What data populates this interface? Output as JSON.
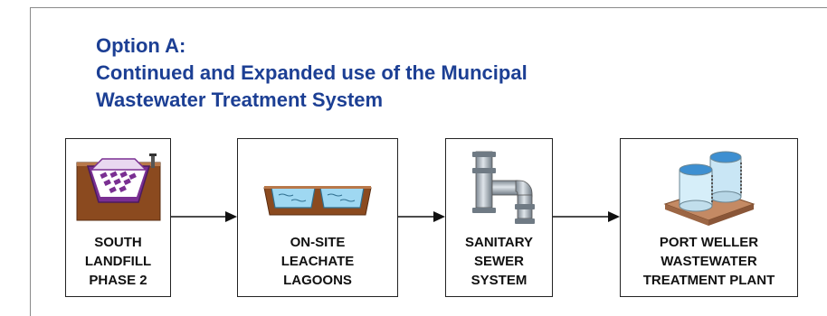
{
  "title": {
    "line1": "Option A:",
    "line2": "Continued and Expanded use of the Muncipal",
    "line3": "Wastewater Treatment System"
  },
  "steps": [
    {
      "icon": "landfill-icon",
      "label_lines": [
        "SOUTH",
        "LANDFILL",
        "PHASE 2"
      ]
    },
    {
      "icon": "lagoons-icon",
      "label_lines": [
        "ON-SITE",
        "LEACHATE",
        "LAGOONS"
      ]
    },
    {
      "icon": "pipe-icon",
      "label_lines": [
        "SANITARY",
        "SEWER",
        "SYSTEM"
      ]
    },
    {
      "icon": "treatment-plant-icon",
      "label_lines": [
        "PORT WELLER",
        "WASTEWATER",
        "TREATMENT PLANT"
      ]
    }
  ],
  "colors": {
    "title": "#1c3f94",
    "soil": "#8b4a1f",
    "landfill_fill": "#8a3fa3",
    "water": "#9fd8f2",
    "pipe": "#a9b3bd",
    "tank": "#c9e6f5",
    "base": "#c48a64"
  }
}
